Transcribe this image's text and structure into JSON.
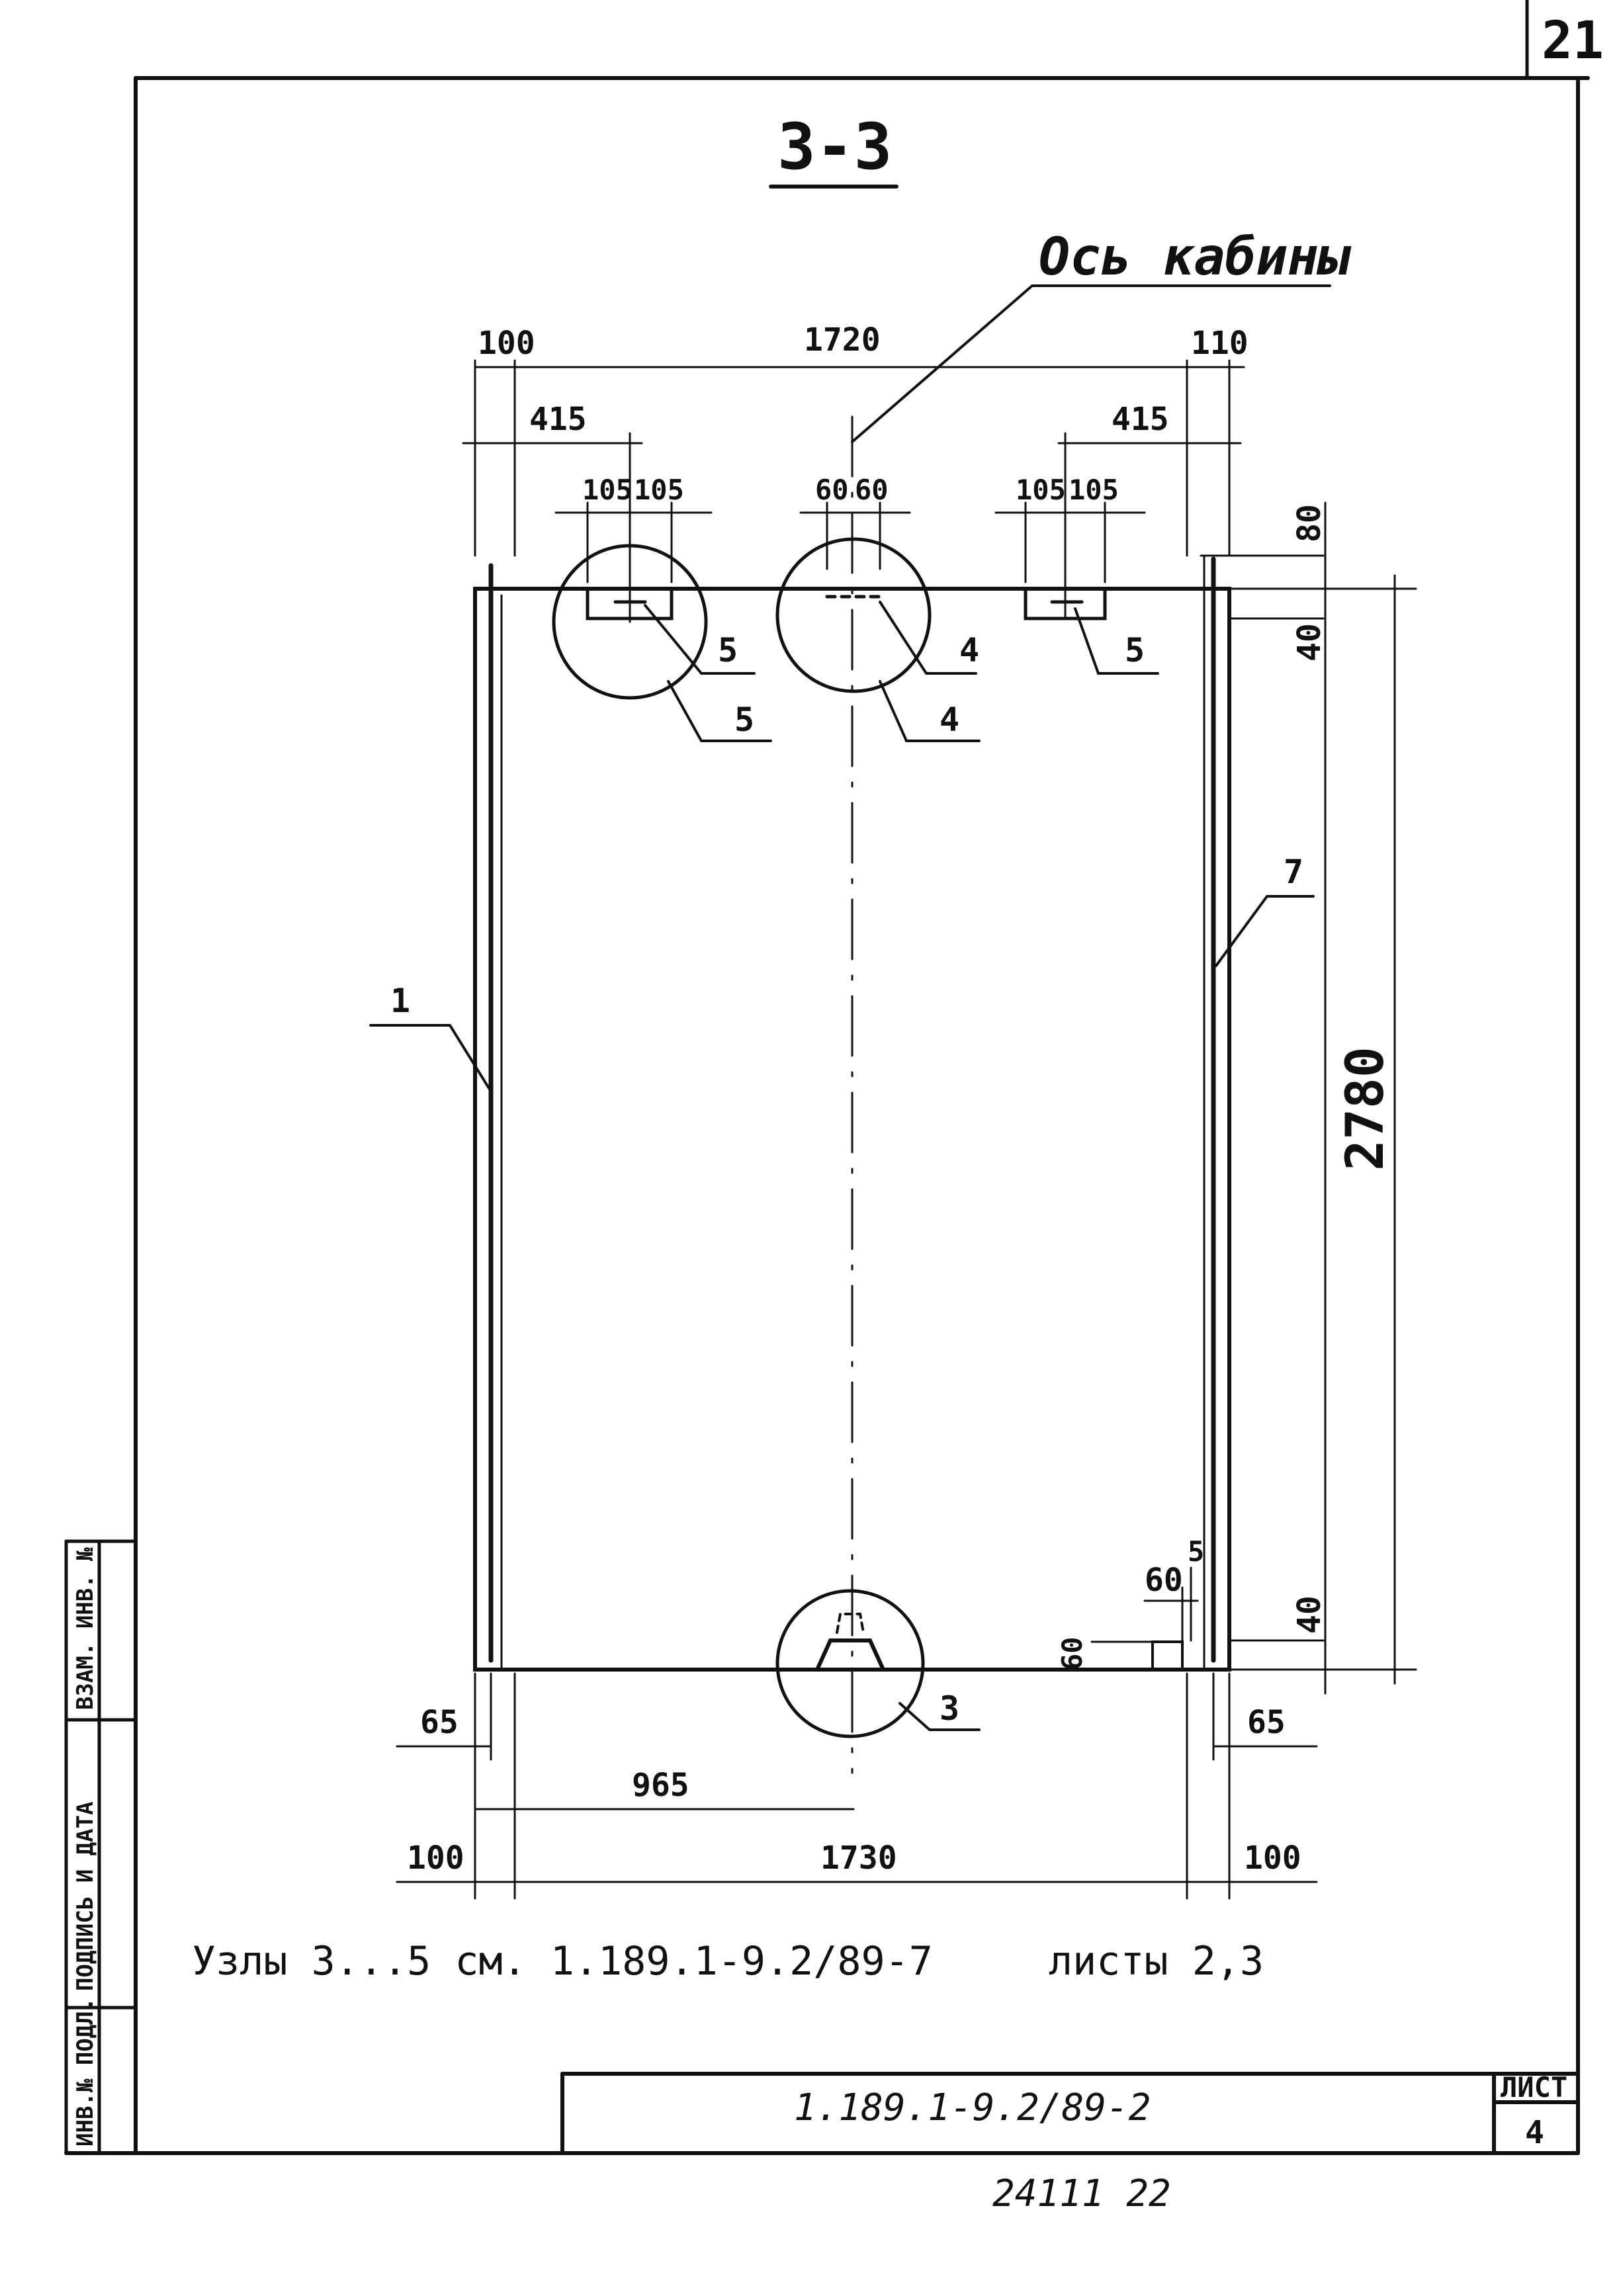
{
  "sheet": {
    "page_number": "21",
    "section_title": "3-3",
    "axis_label": "Ось кабины",
    "doc_code": "1.189.1-9.2/89-2",
    "sheet_label": "ЛИСТ",
    "sheet_number": "4",
    "bottom_stamp": "24111  22",
    "side_labels": [
      "ИНВ.№ ПОДЛ.",
      "ПОДПИСЬ И ДАТА",
      "ВЗАМ. ИНВ. №"
    ]
  },
  "drawing": {
    "dims_top": {
      "left": "100",
      "mid": "1720",
      "right": "110"
    },
    "dims_415": {
      "left": "415",
      "right": "415"
    },
    "dims_105": [
      "105",
      "105",
      "105",
      "105"
    ],
    "dims_60": [
      "60",
      "60"
    ],
    "dims_right": {
      "top": "80",
      "upper": "40",
      "height": "2780",
      "lower": "40"
    },
    "dims_detail": {
      "a": "5",
      "b": "60",
      "c": "60"
    },
    "dims_bottom": {
      "l65": "65",
      "r65": "65",
      "d965": "965",
      "l100": "100",
      "d1730": "1730",
      "r100": "100"
    },
    "callouts": {
      "c1": "1",
      "c3": "3",
      "c4a": "4",
      "c4b": "4",
      "c5a": "5",
      "c5b": "5",
      "c5c": "5",
      "c7": "7"
    }
  },
  "note": {
    "left": "Узлы 3...5  см. 1.189.1-9.2/89-7",
    "right": "листы 2,3"
  }
}
